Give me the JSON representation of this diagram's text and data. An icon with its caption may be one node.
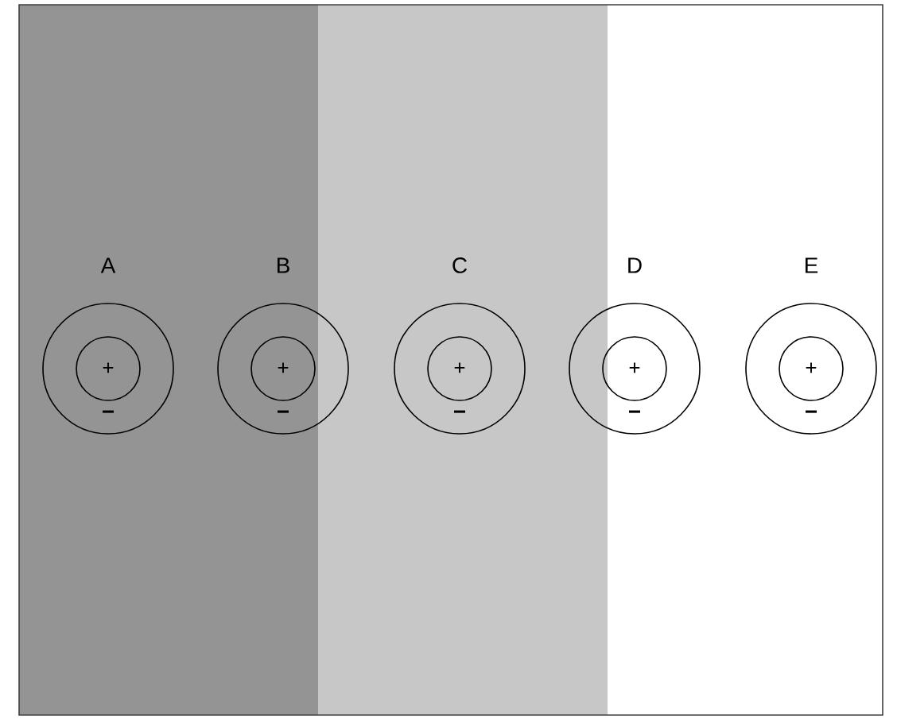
{
  "diagram": {
    "nodes": [
      {
        "text": [
          "A",
          "−"
        ]
      },
      {
        "text": [
          "+"
        ],
        "in": 0
      },
      {
        "text": [
          "B",
          "−"
        ]
      },
      {
        "text": [
          "+"
        ],
        "in": 2
      },
      {
        "text": [
          "C",
          "−"
        ]
      },
      {
        "text": [
          "+"
        ],
        "in": 4
      },
      {
        "text": [
          "D",
          "−"
        ]
      },
      {
        "text": [
          "+"
        ],
        "in": 6
      },
      {
        "text": [
          "E",
          "−"
        ]
      },
      {
        "text": [
          "+"
        ],
        "in": 8
      }
    ]
  }
}
